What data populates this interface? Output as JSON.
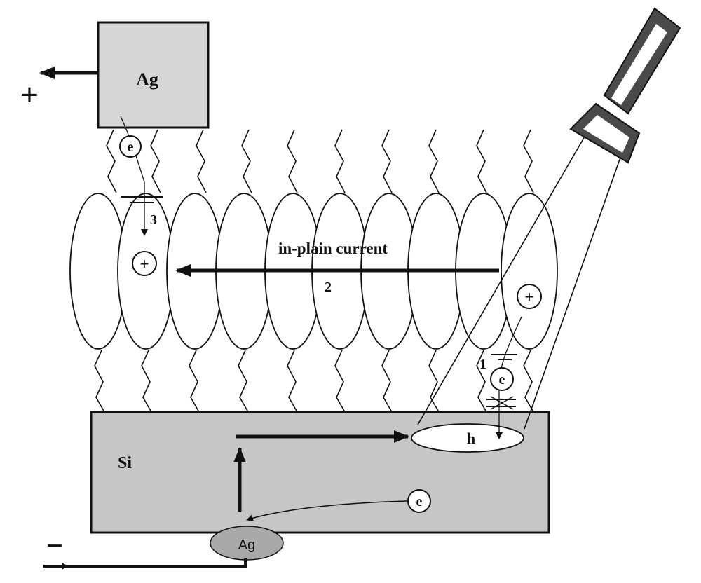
{
  "labels": {
    "top_electrode": "Ag",
    "bottom_electrode": "Ag",
    "substrate": "Si",
    "hole": "h",
    "plus_sign": "+",
    "minus_sign": "−",
    "current": "in-plain current",
    "path_1": "1",
    "path_2": "2",
    "path_3": "3",
    "electron": "e",
    "positive_charge": "+"
  },
  "colors": {
    "electrode_fill": "#d6d6d6",
    "substrate_fill": "#c6c6c6",
    "bottom_electrode_fill": "#a9a9a9",
    "lamp_body": "#4a4a4a",
    "line": "#111111"
  }
}
